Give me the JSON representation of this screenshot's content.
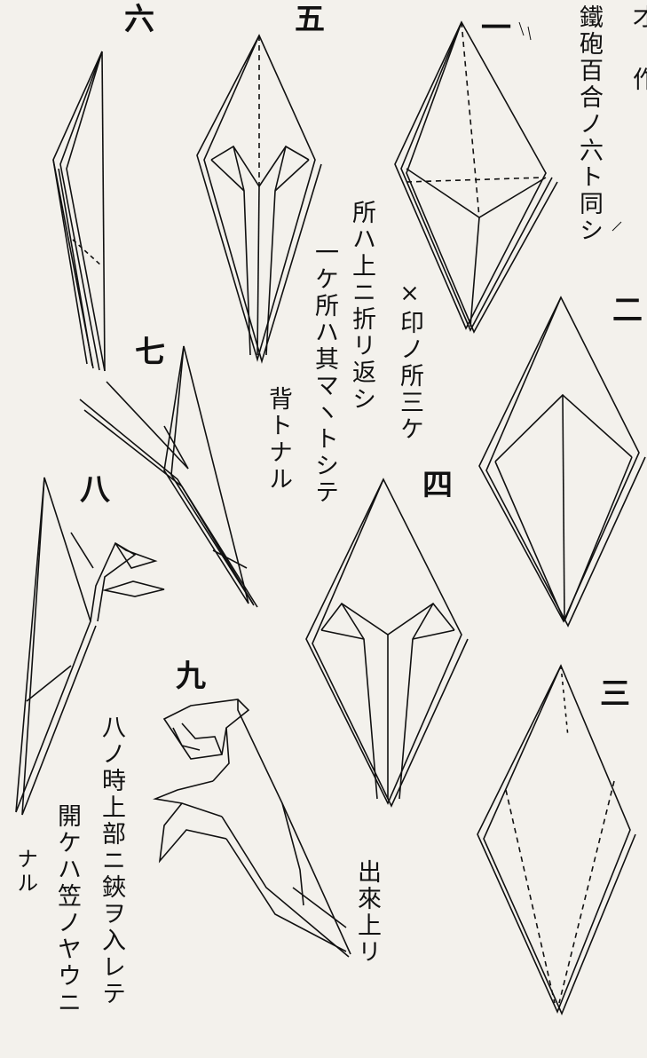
{
  "page": {
    "step_numbers": {
      "s1": "一",
      "s2": "二",
      "s3": "三",
      "s4": "四",
      "s5": "五",
      "s6": "六",
      "s7": "七",
      "s8": "八",
      "s9": "九"
    },
    "captions": {
      "top_right": "鐵砲百合ノ六ト同シ",
      "edge_partial_1": "才",
      "edge_partial_2": "作",
      "middle_col1": "所ハ上ニ折リ返シ",
      "middle_col2": "一ケ所ハ其マヽトシテ",
      "middle_col3": "背トナル",
      "middle_col0": "×印ノ所三ケ",
      "bottom_col1": "八ノ時上部ニ鋏ヲ入レテ",
      "bottom_col2": "開ケハ笠ノヤウニ",
      "bottom_col3": "ナル",
      "finished": "出來上リ"
    }
  }
}
